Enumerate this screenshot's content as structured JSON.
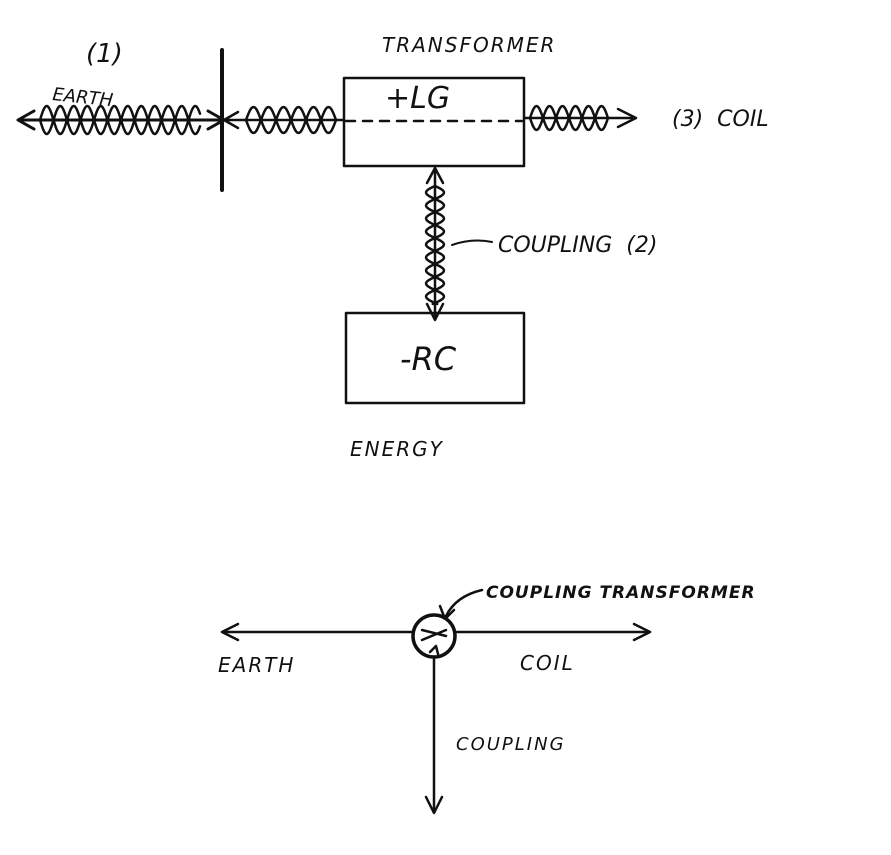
{
  "top_diagram": {
    "label_one": "(1)",
    "label_earth": "EARTH",
    "label_transformer": "TRANSFORMER",
    "box_top_text": "+LG",
    "label_three_coil": "(3)  COIL",
    "label_coupling_two": "COUPLING  (2)",
    "box_bottom_text": "-RC",
    "label_energy": "ENERGY"
  },
  "bottom_diagram": {
    "label_coupling_transformer": "COUPLING TRANSFORMER",
    "label_earth": "EARTH",
    "label_coil": "COIL",
    "label_coupling": "COUPLING"
  }
}
